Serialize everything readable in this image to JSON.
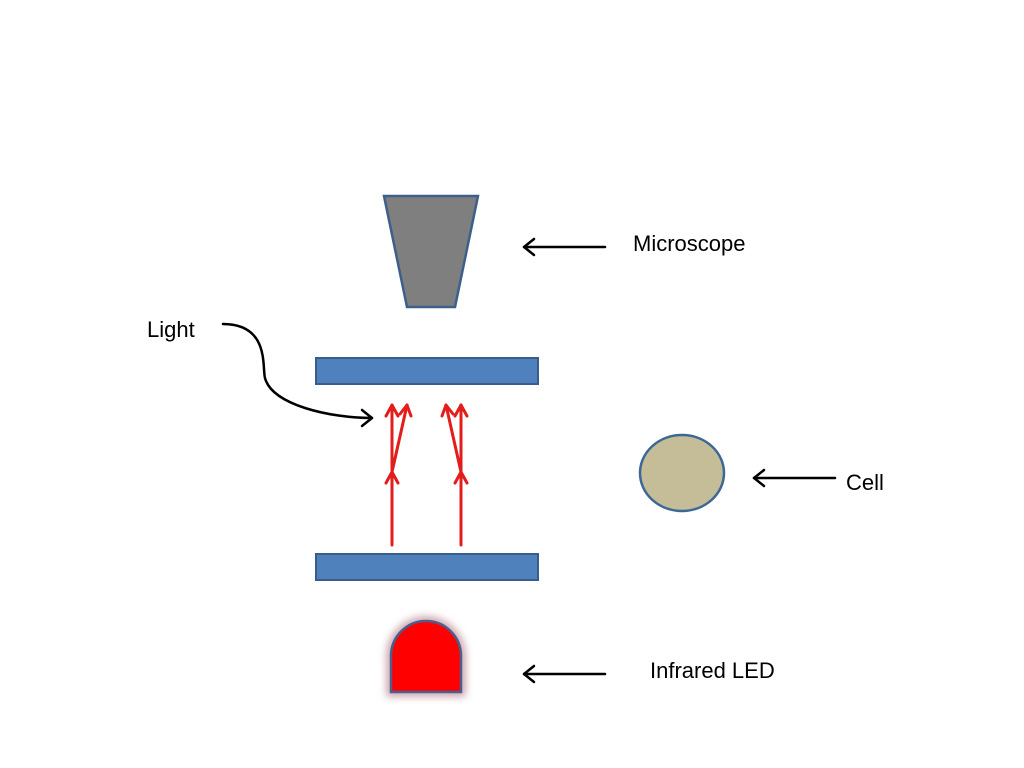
{
  "labels": {
    "microscope": "Microscope",
    "light": "Light",
    "cell": "Cell",
    "led": "Infrared LED"
  },
  "colors": {
    "microscope_fill": "#7f7f7f",
    "microscope_stroke": "#3c5f8c",
    "plate_fill": "#4f81bd",
    "plate_stroke": "#385d8a",
    "cell_fill": "#c4bd97",
    "cell_stroke": "#3c6797",
    "led_fill": "#ff0000",
    "led_stroke": "#4a5f8f",
    "led_glow": "#c9a0a8",
    "light_ray": "#e31c1c",
    "pointer": "#000000"
  }
}
